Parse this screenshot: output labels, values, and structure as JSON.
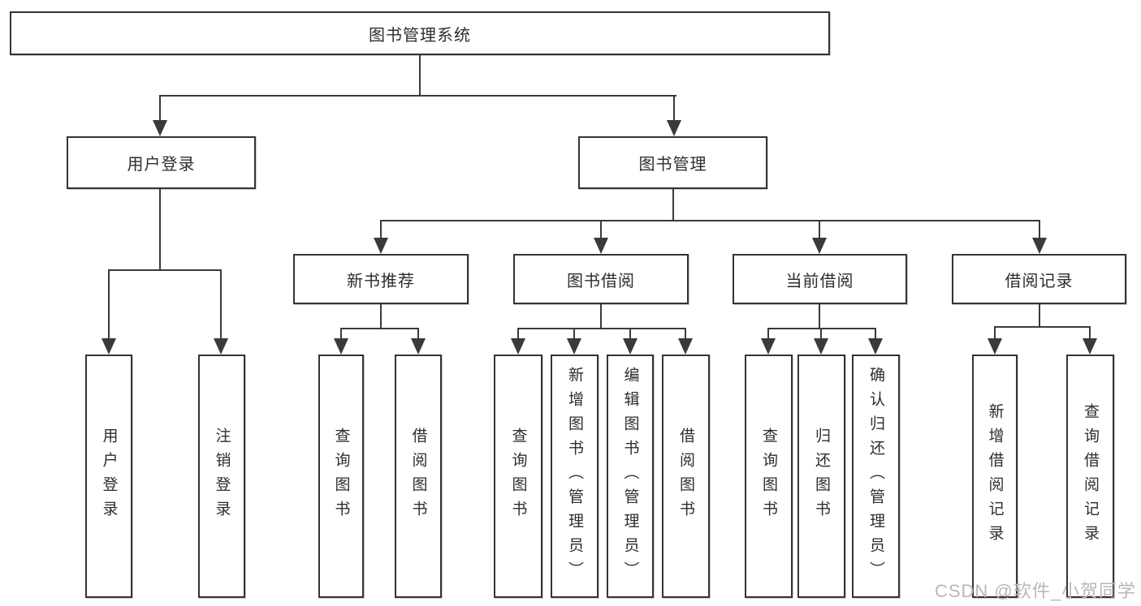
{
  "diagram": {
    "tree": {
      "id": "root",
      "label": "图书管理系统",
      "children": [
        {
          "id": "login",
          "label": "用户登录",
          "children": [
            {
              "id": "login-leaf",
              "label": "用户登录"
            },
            {
              "id": "logout-leaf",
              "label": "注销登录"
            }
          ]
        },
        {
          "id": "mgmt",
          "label": "图书管理",
          "children": [
            {
              "id": "rec",
              "label": "新书推荐",
              "children": [
                {
                  "id": "rec-query",
                  "label": "查询图书"
                },
                {
                  "id": "rec-borrow",
                  "label": "借阅图书"
                }
              ]
            },
            {
              "id": "bor",
              "label": "图书借阅",
              "children": [
                {
                  "id": "bor-query",
                  "label": "查询图书"
                },
                {
                  "id": "bor-add",
                  "label": "新增图书（管理员）"
                },
                {
                  "id": "bor-edit",
                  "label": "编辑图书（管理员）"
                },
                {
                  "id": "bor-borrow",
                  "label": "借阅图书"
                }
              ]
            },
            {
              "id": "cur",
              "label": "当前借阅",
              "children": [
                {
                  "id": "cur-query",
                  "label": "查询图书"
                },
                {
                  "id": "cur-return",
                  "label": "归还图书"
                },
                {
                  "id": "cur-confirm",
                  "label": "确认归还（管理员）"
                }
              ]
            },
            {
              "id": "rec2",
              "label": "借阅记录",
              "children": [
                {
                  "id": "rec2-add",
                  "label": "新增借阅记录"
                },
                {
                  "id": "rec2-query",
                  "label": "查询借阅记录"
                }
              ]
            }
          ]
        }
      ]
    },
    "colors": {
      "line": "#3a3a3a",
      "box_border": "#343434",
      "text": "#2d2d2d",
      "watermark": "#beb5b5",
      "background": "#ffffff"
    }
  },
  "watermark": {
    "text": "CSDN @软件_小贺同学"
  }
}
